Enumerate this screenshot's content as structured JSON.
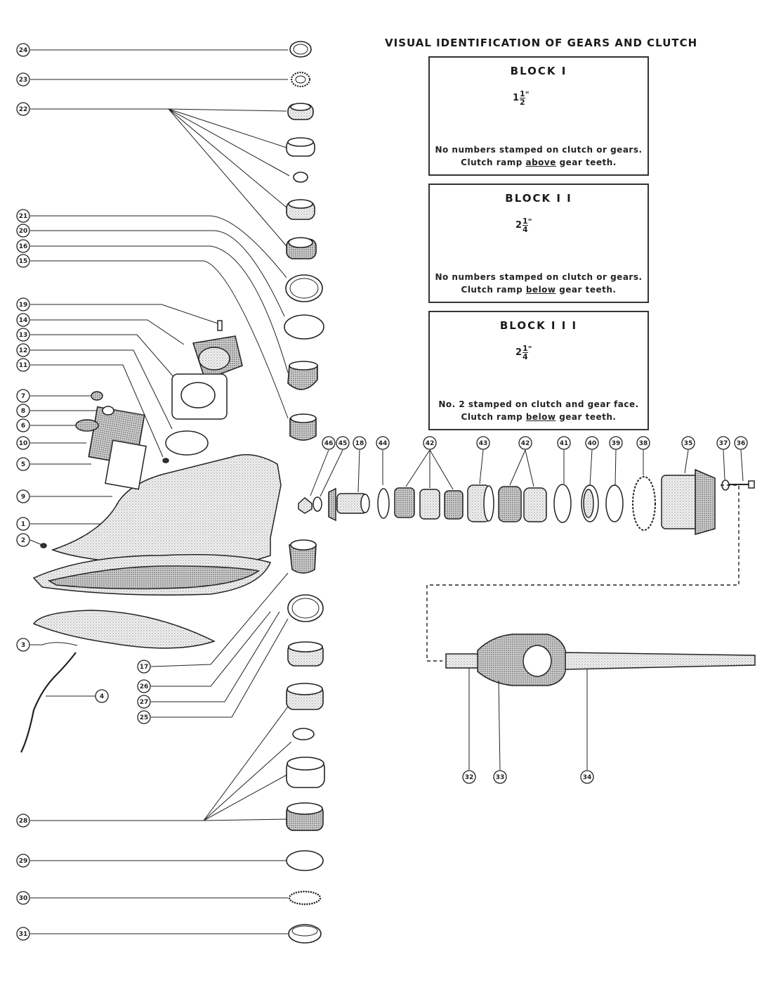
{
  "title": "VISUAL IDENTIFICATION OF GEARS AND CLUTCH",
  "blocks": [
    {
      "name": "BLOCK I",
      "dimension_whole": "1",
      "dimension_num": "1",
      "dimension_den": "2",
      "dimension_mark": "\"",
      "line1": "No numbers stamped on clutch or gears.",
      "line2_pre": "Clutch ramp ",
      "line2_ul": "above",
      "line2_post": " gear teeth."
    },
    {
      "name": "BLOCK I I",
      "dimension_whole": "2",
      "dimension_num": "1",
      "dimension_den": "4",
      "dimension_mark": "\"",
      "line1": "No numbers stamped on clutch or gears.",
      "line2_pre": "Clutch ramp ",
      "line2_ul": "below",
      "line2_post": " gear teeth."
    },
    {
      "name": "BLOCK I I I",
      "dimension_whole": "2",
      "dimension_num": "1",
      "dimension_den": "4",
      "dimension_mark": "\"",
      "line1": "No. 2 stamped on clutch and gear face.",
      "line2_pre": "Clutch ramp ",
      "line2_ul": "below",
      "line2_post": " gear teeth."
    }
  ],
  "callouts_left": [
    "24",
    "23",
    "22",
    "21",
    "20",
    "16",
    "15",
    "19",
    "14",
    "13",
    "12",
    "11",
    "7",
    "8",
    "6",
    "10",
    "5",
    "9",
    "1",
    "2",
    "3",
    "4",
    "17",
    "26",
    "27",
    "25",
    "28",
    "29",
    "30",
    "31"
  ],
  "callouts_row": [
    "46",
    "45",
    "18",
    "44",
    "42",
    "43",
    "42",
    "41",
    "40",
    "39",
    "38",
    "35",
    "37",
    "36"
  ],
  "callouts_shaft": [
    "32",
    "33",
    "34"
  ],
  "colors": {
    "ink": "#222222",
    "paper": "#ffffff",
    "stipple": "#bdbdbd"
  }
}
